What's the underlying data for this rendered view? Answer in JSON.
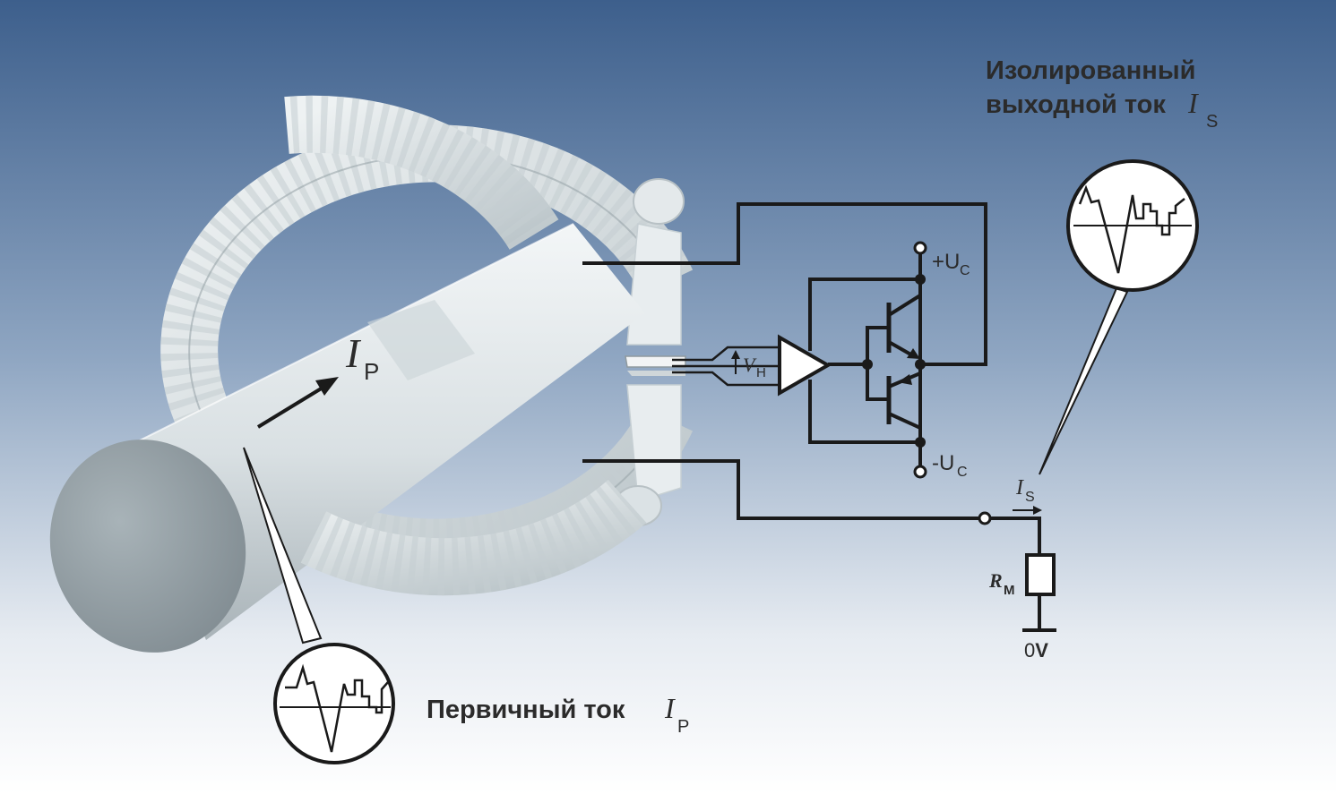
{
  "labels": {
    "isolated_line1": "Изолированный",
    "isolated_line2": "выходной ток",
    "isolated_symbol": "I",
    "isolated_sub": "S",
    "primary_text": "Первичный ток",
    "primary_symbol": "I",
    "primary_sub": "P",
    "conductor_symbol": "I",
    "conductor_sub": "P",
    "plus_uc": "+U",
    "plus_uc_sub": "C",
    "minus_uc": "-U",
    "minus_uc_sub": "C",
    "vh": "V",
    "vh_sub": "H",
    "is_symbol": "I",
    "is_sub": "S",
    "rm": "R",
    "rm_sub": "M",
    "zero_v_prefix": "0",
    "zero_v_suffix": "V"
  },
  "colors": {
    "sky_top": "#3d5f8c",
    "sky_bottom": "#ffffff",
    "core": "#dfe5e8",
    "wire": "#1a1a1a",
    "text": "#2b2b2b"
  }
}
